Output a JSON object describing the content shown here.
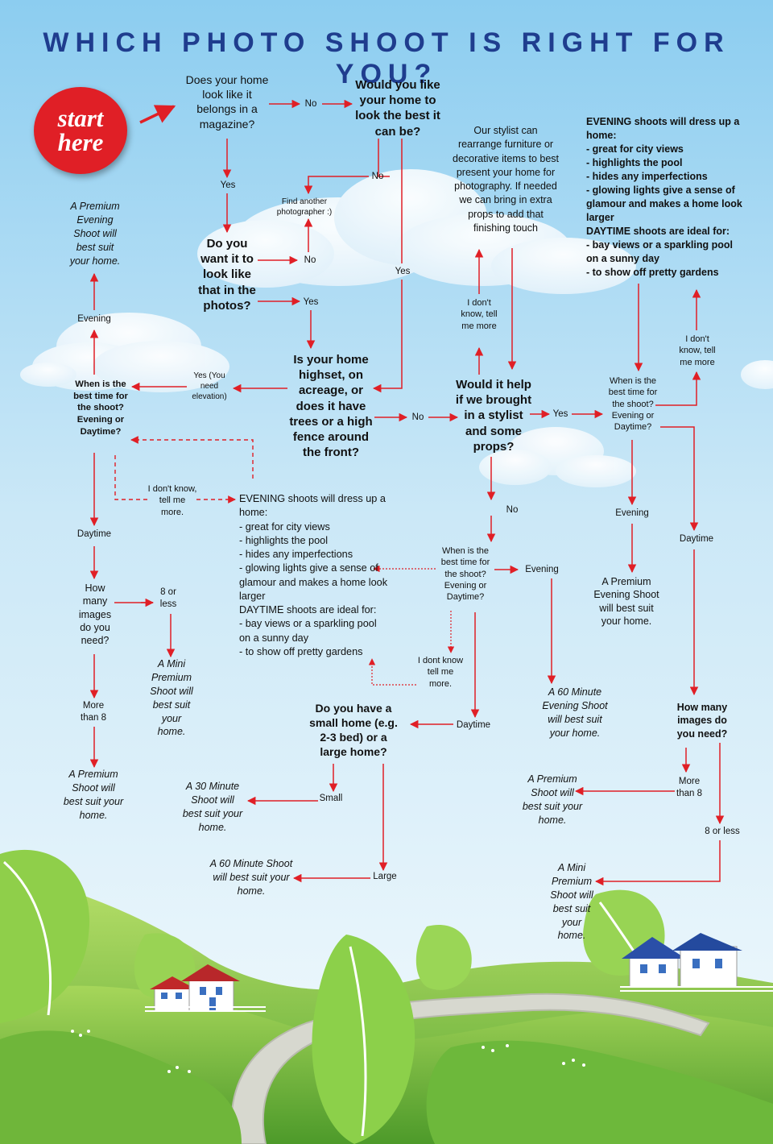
{
  "title": "WHICH PHOTO SHOOT IS RIGHT FOR YOU?",
  "start": "start here",
  "colors": {
    "title": "#1f3d8e",
    "arrow": "#e01f26",
    "sky_top": "#9fd3f0",
    "grass": "#7cc242"
  },
  "nodes": {
    "q_magazine": "Does your home look like it belongs in a magazine?",
    "q_look_best": "Would you like your home to look the best it can be?",
    "find_other": "Find another photographer :)",
    "q_want_like": "Do you want it to look like that in the photos?",
    "q_highset": "Is your home highset, on acreage, or does it have trees or a high fence around the front?",
    "q_stylist": "Would it help if we brought in a stylist and some props?",
    "stylist_info": "Our stylist can rearrange furniture or decorative items to best present your home for photography. If needed we can bring in extra props to add that finishing touch",
    "q_time_left": "When is the best time for the shoot? Evening or Daytime?",
    "q_time_mid": "When is the best time for the shoot? Evening or Daytime?",
    "q_time_right": "When is the best time for the shoot? Evening or Daytime?",
    "q_images_left": "How many images do you need?",
    "q_images_right": "How many images do you need?",
    "q_size": "Do you have a small home (e.g. 2-3 bed) or a large home?",
    "r_premium_evening_left": "A Premium Evening Shoot will best suit your home.",
    "r_premium_evening_right": "A Premium Evening Shoot will best suit your home.",
    "r_mini_left": "A Mini Premium Shoot will best suit your home.",
    "r_premium_left": "A Premium Shoot will best suit your home.",
    "r_30min": "A 30 Minute Shoot will best suit your home.",
    "r_60min": "A 60 Minute Shoot will best suit your home.",
    "r_60min_evening": "A 60 Minute Evening Shoot will best suit your home.",
    "r_premium_right": "A Premium Shoot will best suit your home.",
    "r_mini_right": "A Mini Premium Shoot will best suit your home."
  },
  "info_blocks": {
    "top_right": {
      "evening_head": "EVENING shoots will dress up a home:",
      "evening_items": [
        "-  great for city views",
        "-  highlights the pool",
        "-  hides any imperfections",
        "-  glowing lights give a sense of glamour and makes a home look larger"
      ],
      "daytime_head": "DAYTIME shoots are ideal for:",
      "daytime_items": [
        "- bay views or a sparkling pool on a sunny day",
        "- to show off pretty gardens"
      ]
    },
    "center": {
      "evening_head": "EVENING shoots will dress up a home:",
      "evening_items": [
        "-  great for city views",
        "-  highlights the pool",
        "-  hides any imperfections",
        "-  glowing lights give a sense of glamour and makes a home look larger"
      ],
      "daytime_head": "DAYTIME shoots are ideal for:",
      "daytime_items": [
        "- bay views or a sparkling pool on a sunny day",
        "- to show off pretty gardens"
      ]
    }
  },
  "labels": {
    "no_1": "No",
    "yes_1": "Yes",
    "no_2": "No",
    "yes_2": "Yes",
    "no_3": "No",
    "yes_4": "Yes",
    "yes_elev": "Yes (You need elevation)",
    "no_4": "No",
    "yes_5": "Yes",
    "no_5": "No",
    "dont_know_stylist": "I don't know, tell me more",
    "dont_know_right": "I don't know, tell me more",
    "dont_know_left": "I don't know, tell me more.",
    "dont_know_mid": "I dont know tell me more.",
    "evening_left": "Evening",
    "daytime_left": "Daytime",
    "eight_or_less_left": "8 or less",
    "more_than_8_left": "More than 8",
    "evening_mid": "Evening",
    "daytime_mid": "Daytime",
    "small": "Small",
    "large": "Large",
    "evening_right": "Evening",
    "daytime_right": "Daytime",
    "more_than_8_right": "More than 8",
    "eight_or_less_right": "8 or less"
  }
}
